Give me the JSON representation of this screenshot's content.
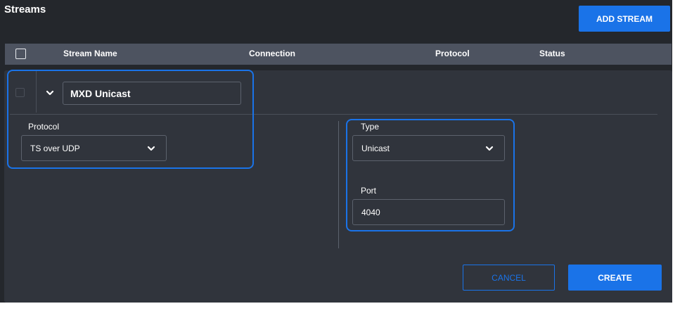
{
  "page": {
    "title": "Streams"
  },
  "toolbar": {
    "add_stream_label": "ADD STREAM"
  },
  "table": {
    "columns": [
      "Stream Name",
      "Connection",
      "Protocol",
      "Status"
    ]
  },
  "new_stream": {
    "name_value": "MXD Unicast",
    "protocol": {
      "label": "Protocol",
      "selected": "TS over UDP"
    },
    "type": {
      "label": "Type",
      "selected": "Unicast"
    },
    "port": {
      "label": "Port",
      "value": "4040"
    },
    "cancel_label": "CANCEL",
    "create_label": "CREATE"
  },
  "icons": {
    "chevron": "chevron-down-icon",
    "checkbox": "checkbox-icon"
  },
  "colors": {
    "accent": "#1a73e8",
    "background": "#24272c",
    "card": "#30343c",
    "header": "#4d5360"
  }
}
